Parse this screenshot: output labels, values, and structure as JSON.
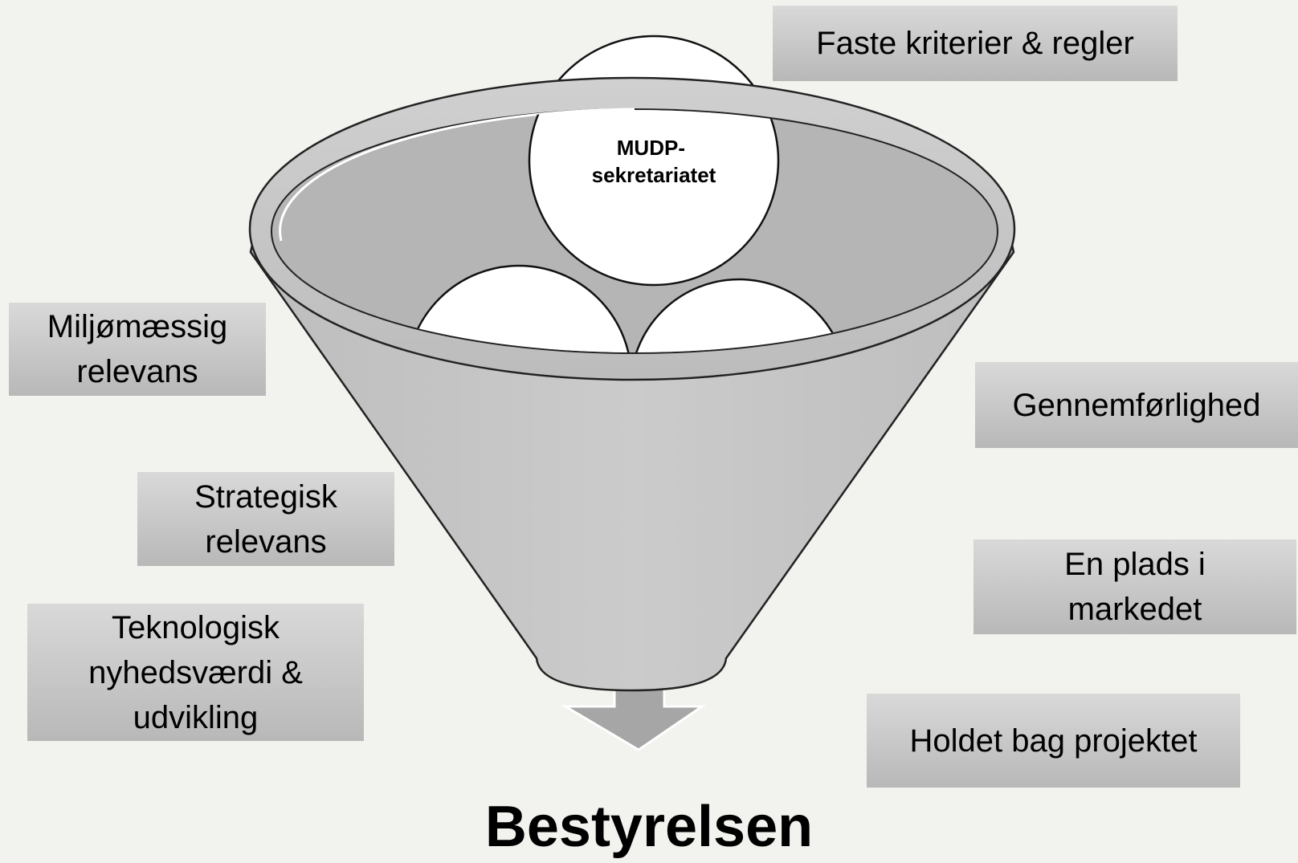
{
  "diagram": {
    "ball_label": "MUDP-\nsekretariatet",
    "output_label": "Bestyrelsen",
    "criteria": [
      "Faste kriterier & regler",
      "Miljømæssig\nrelevans",
      "Gennemførlighed",
      "Strategisk\nrelevans",
      "En plads i\nmarkedet",
      "Teknologisk\nnyhedsværdi &\nudvikling",
      "Holdet bag projektet"
    ]
  },
  "colors": {
    "background": "#f2f2ee",
    "funnel_body": "#c8c8c8",
    "funnel_inner": "#b5b5b5",
    "funnel_outline": "#222222",
    "ball_fill": "#ffffff",
    "arrow": "#a6a6a6",
    "label_box_top": "#d9d9d9",
    "label_box_bottom": "#b8b8b8"
  }
}
